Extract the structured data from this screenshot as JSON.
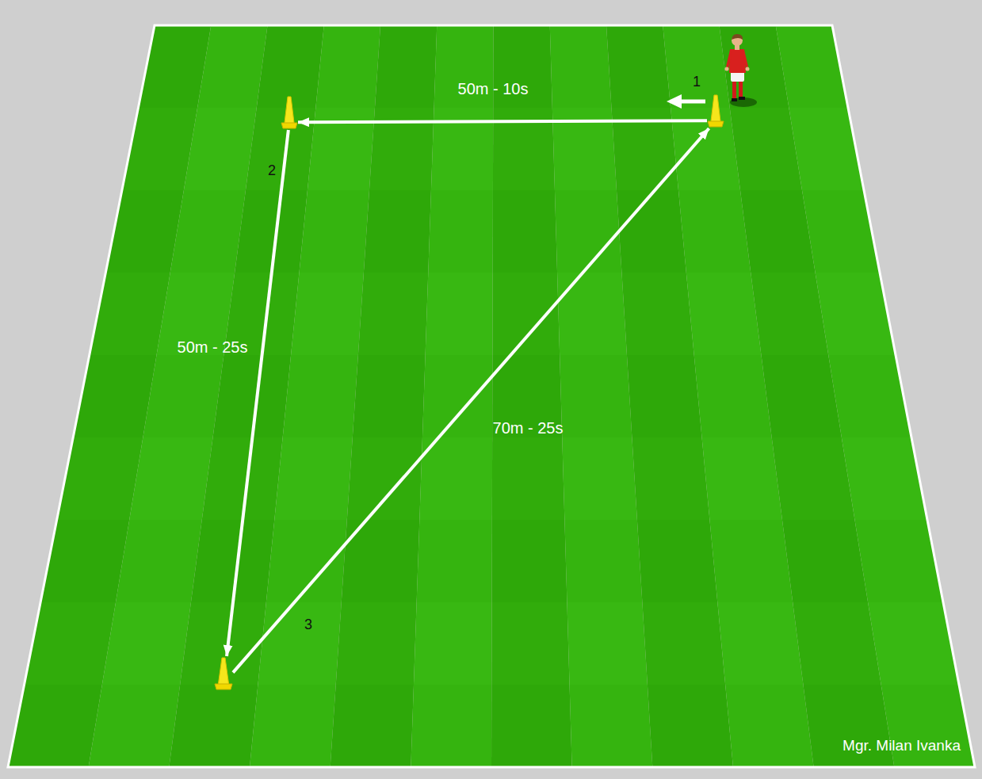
{
  "diagram": {
    "nodes": [
      {
        "text": [
          "1"
        ]
      },
      {
        "text": [
          "2"
        ]
      },
      {
        "text": [
          "3"
        ]
      }
    ],
    "edges": [
      {
        "from": 0,
        "to": 1,
        "arrow": "to",
        "label": "50m - 10s"
      },
      {
        "from": 1,
        "to": 2,
        "arrow": "to",
        "label": "50m - 25s"
      },
      {
        "from": 2,
        "to": 0,
        "arrow": "to",
        "label": "70m - 25s"
      }
    ],
    "labels": [
      "Mgr. Milan Ivanka"
    ]
  }
}
